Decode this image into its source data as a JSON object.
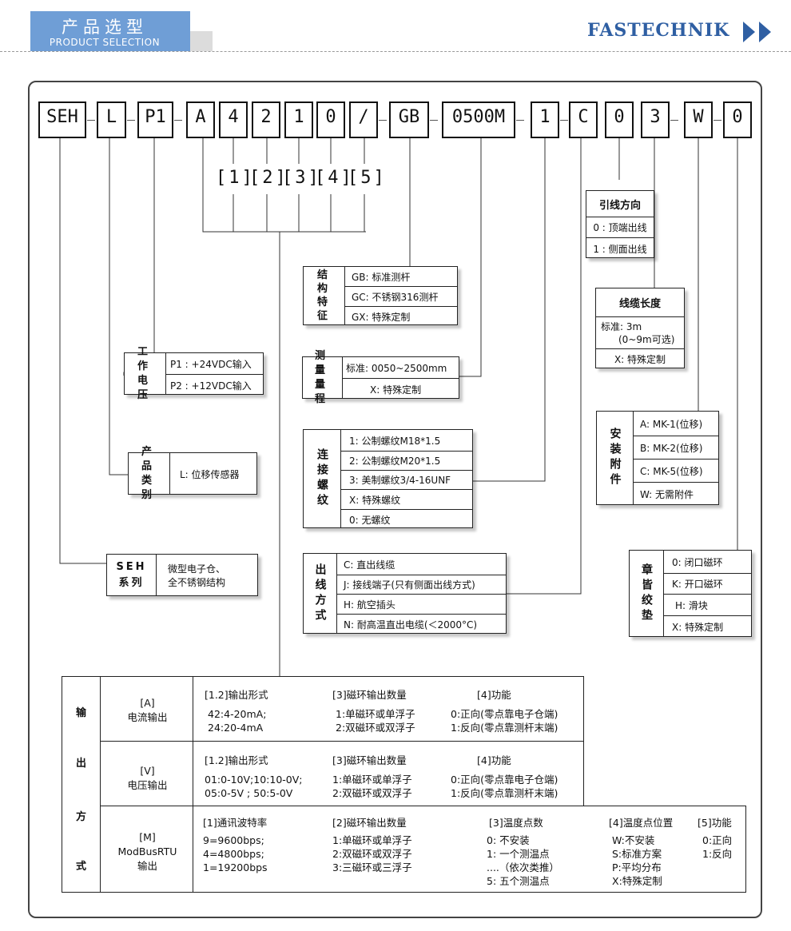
{
  "header": {
    "title_cn": "产品选型",
    "title_en": "PRODUCT SELECTION",
    "brand": "FASTECHNIK",
    "brand_arrow_icon": "double-chevron-right-icon",
    "accent_color": "#6f9ed6",
    "brand_color": "#2f5fa3"
  },
  "model_code": {
    "segments": [
      "SEH",
      "L",
      "P1",
      "A",
      "4",
      "2",
      "1",
      "0",
      "/",
      "GB",
      "0500M",
      "1",
      "C",
      "0",
      "3",
      "W",
      "0"
    ],
    "bracket_labels": [
      "[1]",
      "[2]",
      "[3]",
      "[4]",
      "[5]"
    ]
  },
  "lead_direction": {
    "title": "引线方向",
    "rows": [
      "0 : 顶端出线",
      "1 : 侧面出线"
    ]
  },
  "structure": {
    "title": "结构特征",
    "rows": [
      "GB: 标准测杆",
      "GC: 不锈钢316测杆",
      "GX: 特殊定制"
    ]
  },
  "cable_length": {
    "title": "线缆长度",
    "standard": "标准:  3m",
    "range": "(0~9m可选)",
    "custom": "X:  特殊定制"
  },
  "voltage": {
    "title": "工作电压",
    "rows": [
      "P1 : +24VDC输入",
      "P2 : +12VDC输入"
    ]
  },
  "measure_range": {
    "title": "测量量程",
    "rows": [
      "标准: 0050~2500mm",
      "X:  特殊定制"
    ]
  },
  "mount_accessory": {
    "title": "安装附件",
    "rows": [
      "A:  MK-1(位移)",
      "B:  MK-2(位移)",
      "C:  MK-5(位移)",
      "W:  无需附件"
    ]
  },
  "thread": {
    "title": "连接螺纹",
    "rows": [
      "1:  公制螺纹M18*1.5",
      "2:  公制螺纹M20*1.5",
      "3:  美制螺纹3/4-16UNF",
      "X:  特殊螺纹",
      "0:  无螺纹"
    ]
  },
  "product_type": {
    "title": "产品类别",
    "value": "L:  位移传感器"
  },
  "outlet": {
    "title": "出线方式",
    "rows": [
      "C:  直出线缆",
      "J:  接线端子(只有侧面出线方式)",
      "H:  航空插头",
      "N:  耐高温直出电缆(＜2000°C)"
    ]
  },
  "magnet_ring": {
    "title": "章皆绞垫",
    "rows": [
      "0:  闭口磁环",
      "K:  开口磁环",
      "H:  滑块",
      "X:  特殊定制"
    ]
  },
  "series": {
    "title": "SEH系列",
    "lines": [
      "微型电子仓、",
      "全不锈钢结构"
    ]
  },
  "output": {
    "side_label": [
      "输",
      "出",
      "方",
      "式"
    ],
    "rows": [
      {
        "label": [
          "[A]",
          "电流输出"
        ],
        "cols": [
          {
            "head": "[1.2]输出形式",
            "items": [
              "42:4-20mA;",
              "24:20-4mA"
            ]
          },
          {
            "head": "[3]磁环输出数量",
            "items": [
              "1:单磁环或单浮子",
              "2:双磁环或双浮子"
            ]
          },
          {
            "head": "[4]功能",
            "items": [
              "0:正向(零点靠电子仓端)",
              "1:反向(零点靠测杆末端)"
            ]
          }
        ]
      },
      {
        "label": [
          "[V]",
          "电压输出"
        ],
        "cols": [
          {
            "head": "[1.2]输出形式",
            "items": [
              "01:0-10V;10:10-0V;",
              "05:0-5V ; 50:5-0V"
            ]
          },
          {
            "head": "[3]磁环输出数量",
            "items": [
              "1:单磁环或单浮子",
              "2:双磁环或双浮子"
            ]
          },
          {
            "head": "[4]功能",
            "items": [
              "0:正向(零点靠电子仓端)",
              "1:反向(零点靠测杆末端)"
            ]
          }
        ]
      },
      {
        "label": [
          "[M]",
          "ModBusRTU",
          "输出"
        ],
        "cols": [
          {
            "head": "[1]通讯波特率",
            "items": [
              "9=9600bps;",
              "4=4800bps;",
              "1=19200bps"
            ]
          },
          {
            "head": "[2]磁环输出数量",
            "items": [
              "1:单磁环或单浮子",
              "2:双磁环或双浮子",
              "3:三磁环或三浮子"
            ]
          },
          {
            "head": "[3]温度点数",
            "items": [
              "0: 不安装",
              "1: 一个测温点",
              "....（依次类推）",
              "5: 五个测温点"
            ]
          },
          {
            "head": "[4]温度点位置",
            "items": [
              "W:不安装",
              "S:标准方案",
              "P:平均分布",
              "X:特殊定制"
            ]
          },
          {
            "head": "[5]功能",
            "items": [
              "0:正向",
              "1:反向"
            ]
          }
        ]
      }
    ]
  }
}
